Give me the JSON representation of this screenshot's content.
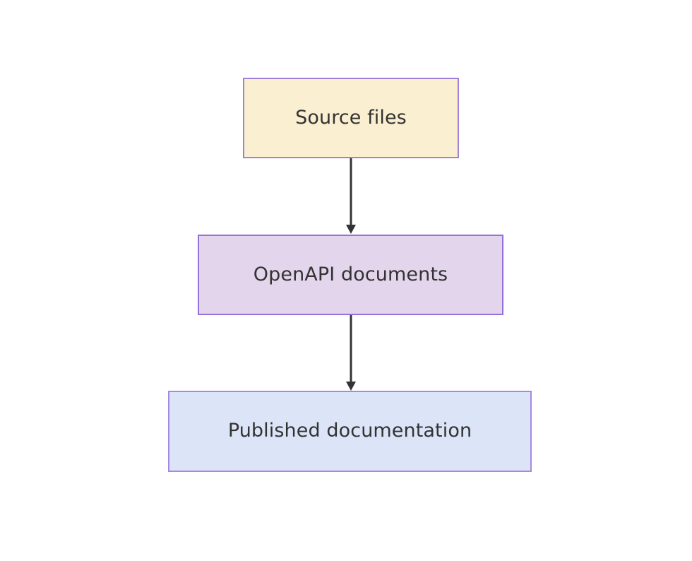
{
  "diagram": {
    "type": "flowchart",
    "direction": "top-to-bottom",
    "background_color": "#ffffff",
    "title": "",
    "nodes": [
      {
        "id": "source-files",
        "label": "Source files",
        "shape": "rectangle",
        "fill_color": "#faefd0",
        "border_color": "#a07fd8",
        "text_color": "#333333"
      },
      {
        "id": "openapi-documents",
        "label": "OpenAPI documents",
        "shape": "rectangle",
        "fill_color": "#e3d5ec",
        "border_color": "#9370db",
        "text_color": "#333333"
      },
      {
        "id": "published-documentation",
        "label": "Published documentation",
        "shape": "rectangle",
        "fill_color": "#dce4f7",
        "border_color": "#a78ae0",
        "text_color": "#333333"
      }
    ],
    "edges": [
      {
        "id": "edge-source-to-openapi",
        "from": "source-files",
        "to": "openapi-documents",
        "label": "",
        "style": "solid",
        "arrowhead": "triangle",
        "color": "#333333"
      },
      {
        "id": "edge-openapi-to-published",
        "from": "openapi-documents",
        "to": "published-documentation",
        "label": "",
        "style": "solid",
        "arrowhead": "triangle",
        "color": "#333333"
      }
    ]
  }
}
